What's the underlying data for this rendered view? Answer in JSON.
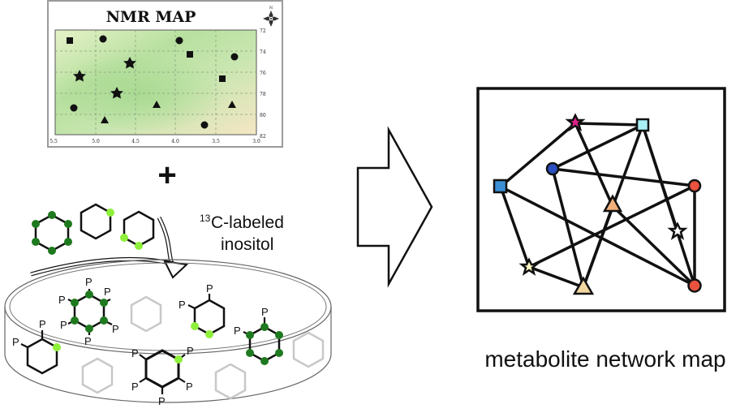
{
  "nmr_map": {
    "title": "NMR MAP",
    "compass_label": "N",
    "x_ticks": [
      "5.5",
      "5.0",
      "4.5",
      "4.0",
      "3.5",
      "3.0"
    ],
    "y_ticks": [
      "72",
      "74",
      "76",
      "78",
      "80",
      "82"
    ]
  },
  "plus_sign": "+",
  "labeled_note": {
    "superscript": "13",
    "line1": "C-labeled",
    "line2": "inositol"
  },
  "phosphate_label": "P",
  "result": {
    "caption": "metabolite network map"
  },
  "colors": {
    "dark_green": "#1f7a1f",
    "light_green": "#8ef03a",
    "grey_hex": "#c8c8c8",
    "node_blue": "#3b8fd4",
    "node_navy": "#2b4fc0",
    "node_cyan": "#a9f0f5",
    "node_orange": "#f4b07a",
    "node_red": "#e8523e",
    "node_tan": "#f1d7a2",
    "node_magenta": "#e0218a"
  }
}
